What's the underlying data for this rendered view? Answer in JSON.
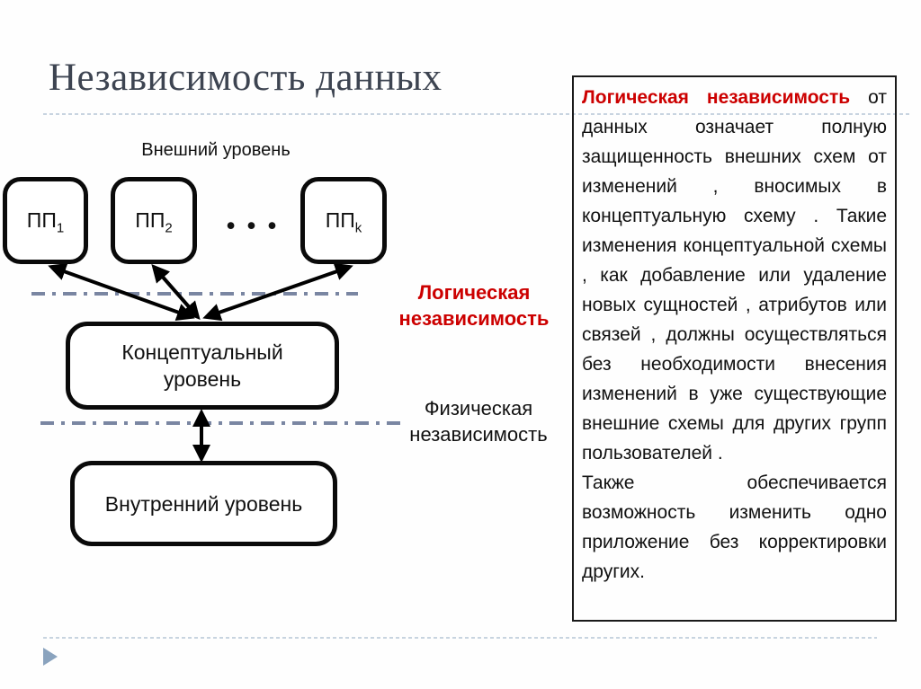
{
  "slide": {
    "title": "Независимость данных",
    "colors": {
      "title_text": "#3d4451",
      "accent_red": "#cc0000",
      "dashdot_line": "#7a86a2",
      "dotted_line": "#b5c6d6",
      "footer_triangle": "#8aa3be",
      "box_border": "#0a0a0a"
    },
    "icons": {
      "footer_marker": "triangle-right-icon"
    }
  },
  "diagram": {
    "external_label": "Внешний уровень",
    "boxes": [
      {
        "base": "ПП",
        "sub": "1"
      },
      {
        "base": "ПП",
        "sub": "2"
      },
      {
        "base": "ПП",
        "sub": "k"
      }
    ],
    "ellipsis": "• • •",
    "logical": {
      "line1": "Логическая",
      "line2": "независимость"
    },
    "physical": {
      "line1": "Физическая",
      "line2": "независимость"
    },
    "conceptual": {
      "line1": "Концептуальный",
      "line2": "уровень"
    },
    "internal_label": "Внутренний уровень"
  },
  "note": {
    "lead": "Логическая независимость",
    "para1_rest": "от данных означает полную защищенность внешних схем от изменений , вносимых в концептуальную схему . Такие изменения концептуальной схемы , как добавление или удаление новых сущностей , атрибутов или связей , должны осуществляться без необходимости внесения изменений в уже существующие внешние схемы для других групп пользователей .",
    "para2": "Также обеспечивается возможность изменить одно приложение без корректировки других."
  }
}
